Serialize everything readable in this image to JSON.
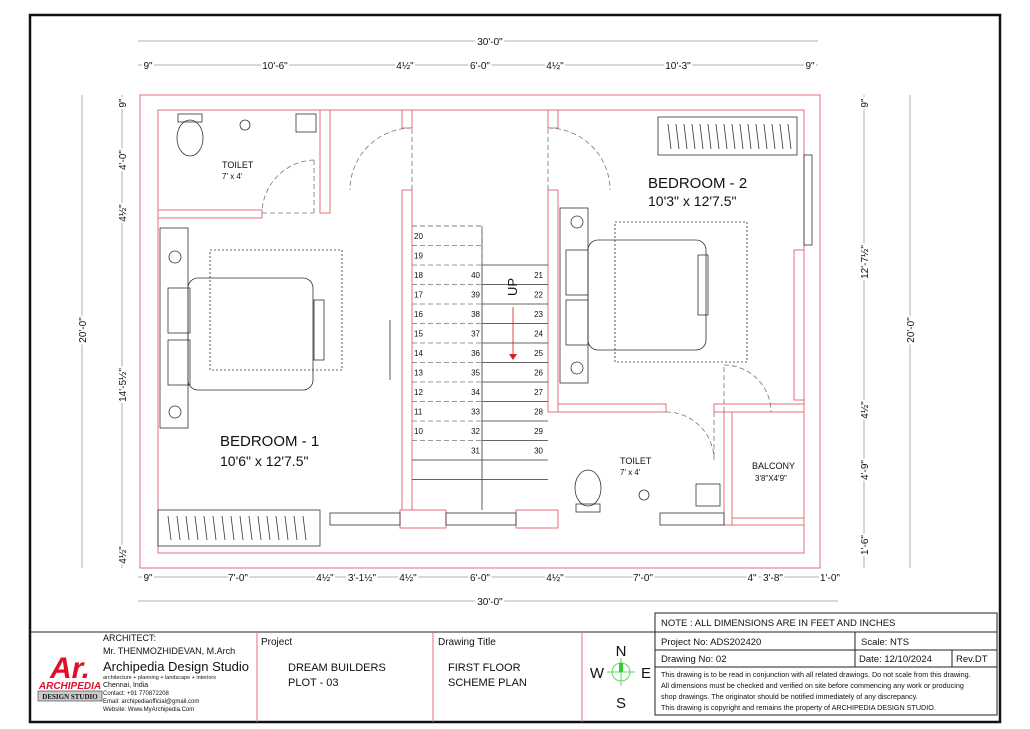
{
  "rooms": {
    "bedroom1": {
      "name": "BEDROOM - 1",
      "size": "10'6\" x 12'7.5\""
    },
    "bedroom2": {
      "name": "BEDROOM - 2",
      "size": "10'3\" x 12'7.5\""
    },
    "toilet1": {
      "name": "TOILET",
      "size": "7' x 4'"
    },
    "toilet2": {
      "name": "TOILET",
      "size": "7' x 4'"
    },
    "balcony": {
      "name": "BALCONY",
      "size": "3'8\"X4'9\""
    }
  },
  "stair": {
    "up_label": "UP",
    "left_steps": [
      "20",
      "19",
      "18",
      "17",
      "16",
      "15",
      "14",
      "13",
      "12",
      "11",
      "10"
    ],
    "middle_steps": [
      "40",
      "39",
      "38",
      "37",
      "36",
      "35",
      "34",
      "33",
      "32",
      "31"
    ],
    "right_steps": [
      "21",
      "22",
      "23",
      "24",
      "25",
      "26",
      "27",
      "28",
      "29",
      "30"
    ]
  },
  "dimensions": {
    "top_overall": "30'-0\"",
    "top": [
      "9\"",
      "10'-6\"",
      "4½\"",
      "6'-0\"",
      "4½\"",
      "10'-3\"",
      "9\""
    ],
    "bottom_overall": "30'-0\"",
    "bottom": [
      "9\"",
      "7'-0\"",
      "4½\"",
      "3'-1½\"",
      "4½\"",
      "6'-0\"",
      "4½\"",
      "7'-0\"",
      "4\"",
      "3'-8\"",
      "1'-0\""
    ],
    "left_overall": "20'-0\"",
    "left": [
      "9\"",
      "4'-0\"",
      "4½\"",
      "14'-5½\"",
      "4½\""
    ],
    "right_overall": "20'-0\"",
    "right": [
      "9\"",
      "12'-7½\"",
      "4½\"",
      "4'-9\"",
      "1'-6\""
    ]
  },
  "title_block": {
    "architect_label": "ARCHITECT:",
    "architect_name": "Mr. THENMOZHIDEVAN, M.Arch",
    "studio_name": "Archipedia Design Studio",
    "tagline": "architecture + planning + landscape + interiors",
    "city": "Chennai, India",
    "contact": "Contact: +91 770872208",
    "email": "Email: archipediaofficial@gmail.com",
    "website": "Website: Www.MyArchipedia.Com",
    "logo_text": [
      "Ar.",
      "ARCHIPEDIA",
      "DESIGN STUDIO"
    ],
    "project_label": "Project",
    "project_lines": [
      "DREAM BUILDERS",
      "PLOT - 03"
    ],
    "drawing_title_label": "Drawing Title",
    "drawing_title_lines": [
      "FIRST FLOOR",
      "SCHEME PLAN"
    ],
    "compass": {
      "n": "N",
      "s": "S",
      "e": "E",
      "w": "W"
    },
    "note": "NOTE : ALL DIMENSIONS ARE IN FEET AND INCHES",
    "project_no": "Project No:  ADS202420",
    "scale": "Scale: NTS",
    "drawing_no": "Drawing No:  02",
    "date": "Date: 12/10/2024",
    "rev": "Rev.DT",
    "disclaimer": [
      "This drawing is to be read in conjunction with all related drawings. Do not scale from this drawing.",
      "All dimensions must be checked and verified on site before commencing any work or producing",
      "shop drawings. The originator should be notified immediately of any discrepancy.",
      "This drawing is copyright and remains the property of ARCHIPEDIA DESIGN STUDIO."
    ]
  },
  "colors": {
    "wall": "#e0707a",
    "logo_red": "#e0102a",
    "compass": "#33cc33",
    "arrow": "#d02020"
  }
}
